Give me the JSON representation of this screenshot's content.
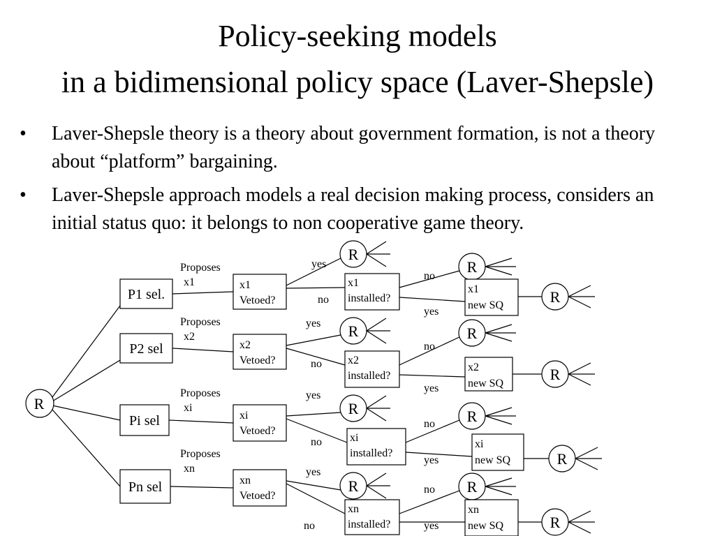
{
  "title": {
    "line1": "Policy-seeking models",
    "line2": "in a bidimensional policy space (Laver-Shepsle)"
  },
  "bullets": [
    "Laver-Shepsle theory is a theory about government formation, is not a theory about “platform” bargaining.",
    "Laver-Shepsle approach models a real decision making process, considers an initial status quo: it belongs to non cooperative game theory."
  ],
  "diagram": {
    "root_label": "R",
    "node_label": "R",
    "proposes_label": "Proposes",
    "vetoed_label": "Vetoed?",
    "installed_label": "installed?",
    "new_sq_label": "new SQ",
    "yes_label": "yes",
    "no_label": "no",
    "branches": [
      {
        "party": "P1 sel.",
        "proposal": "x1"
      },
      {
        "party": "P2 sel",
        "proposal": "x2"
      },
      {
        "party": "Pi sel",
        "proposal": "xi"
      },
      {
        "party": "Pn sel",
        "proposal": "xn"
      }
    ]
  }
}
